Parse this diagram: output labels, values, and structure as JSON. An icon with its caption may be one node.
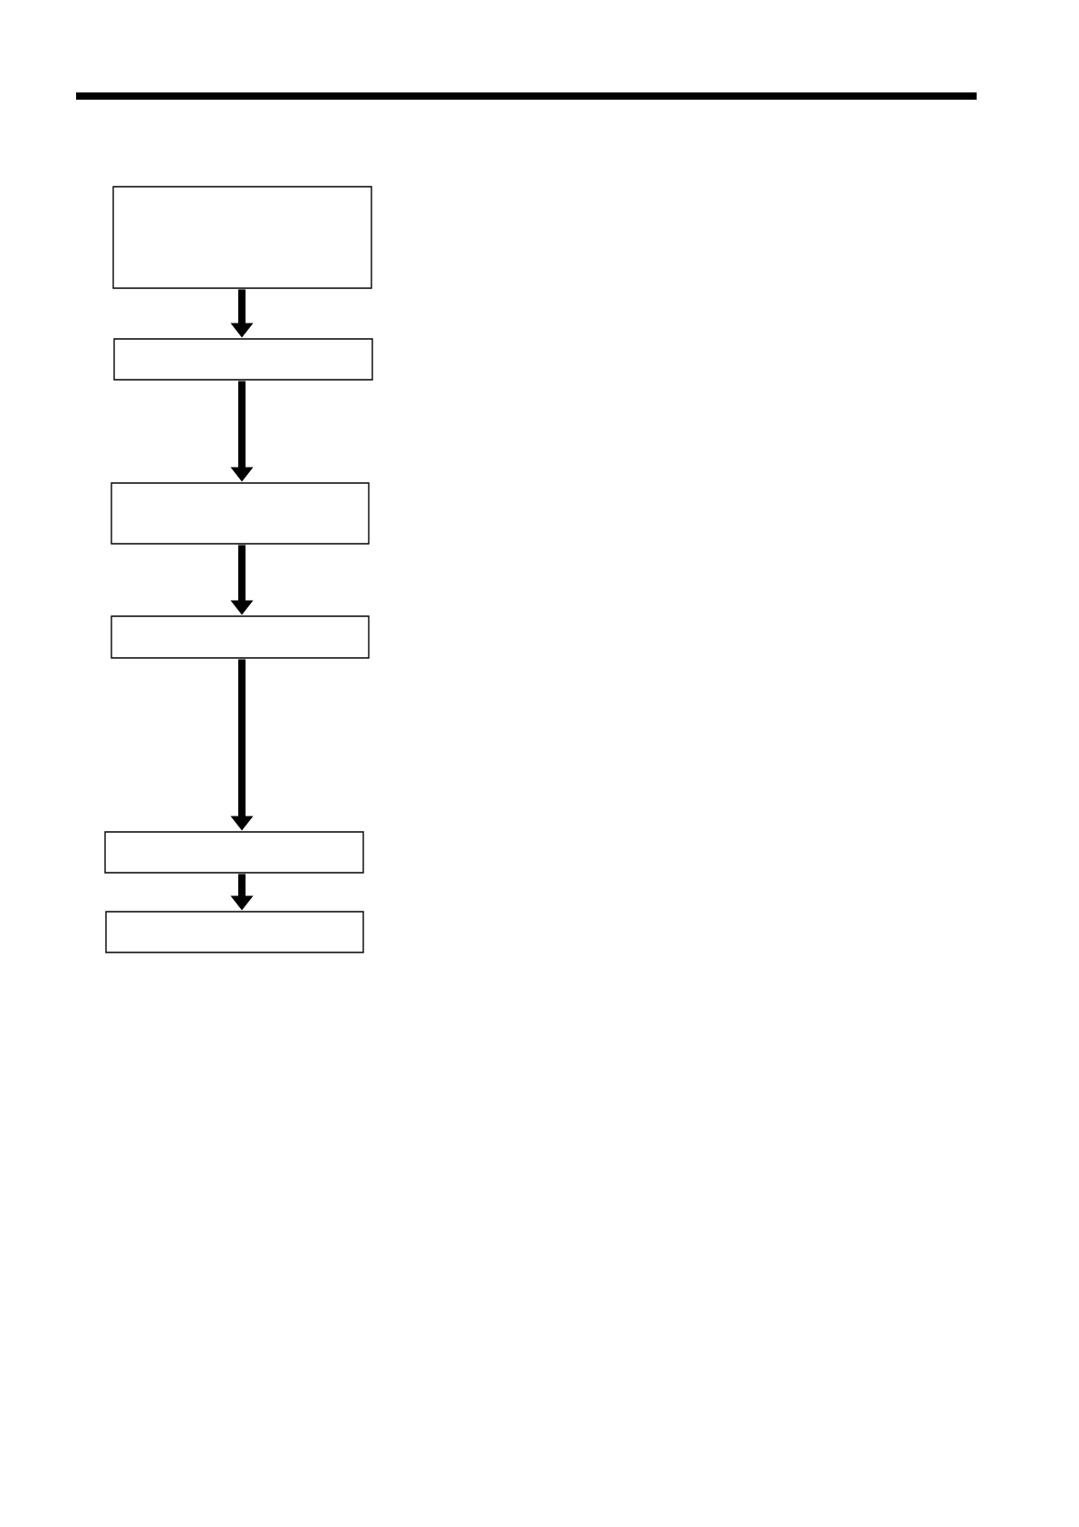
{
  "diagram": {
    "nodes": [
      {
        "text": [],
        "shape": "box"
      },
      {
        "text": [],
        "shape": "box"
      },
      {
        "text": [],
        "shape": "box"
      },
      {
        "text": [],
        "shape": "box"
      },
      {
        "text": [],
        "shape": "box"
      },
      {
        "text": [],
        "shape": "box"
      }
    ],
    "edges": [
      {
        "from": 0,
        "to": 1,
        "arrow": "to"
      },
      {
        "from": 1,
        "to": 2,
        "arrow": "to"
      },
      {
        "from": 2,
        "to": 3,
        "arrow": "to"
      },
      {
        "from": 3,
        "to": 4,
        "arrow": "to"
      },
      {
        "from": 4,
        "to": 5,
        "arrow": "to"
      }
    ]
  }
}
